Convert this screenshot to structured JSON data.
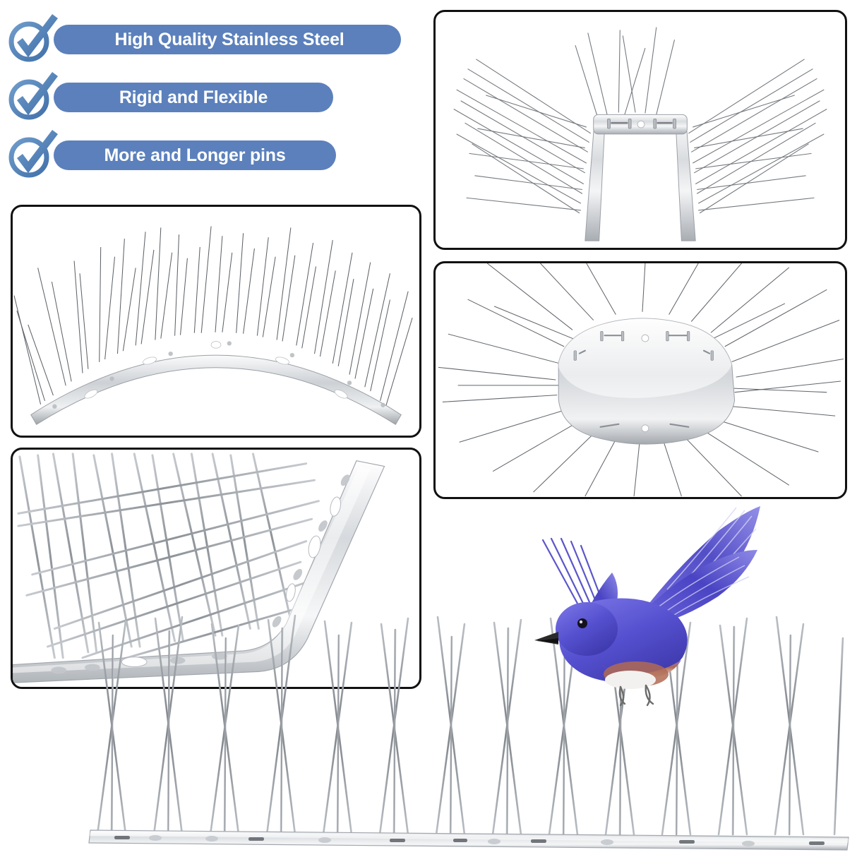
{
  "features": {
    "icon_name": "check-circle-icon",
    "badge_color": "#5b80bc",
    "icon_color": "#5a86bd",
    "items": [
      {
        "label": "High Quality Stainless Steel"
      },
      {
        "label": "Rigid and Flexible"
      },
      {
        "label": "More and Longer pins"
      }
    ]
  },
  "panels": [
    {
      "name": "arched-spike-strip",
      "caption": "Stainless steel bird spike strip bent into an upward arch, showing flexibility",
      "border_color": "#111111"
    },
    {
      "name": "u-shaped-spike-strip",
      "caption": "Bird spike strip bent into a U / bracket shape with spikes radiating outward",
      "border_color": "#111111"
    },
    {
      "name": "ring-spike-strip",
      "caption": "Bird spike strip joined into a circular ring with spikes radiating outward",
      "border_color": "#111111"
    },
    {
      "name": "closeup-base-corner",
      "caption": "Close-up of the stainless base rail with oval mounting holes and crossed pins",
      "border_color": "#111111"
    }
  ],
  "hero": {
    "name": "main-spike-strip",
    "caption": "Long stainless steel bird spike strip with crossing V pattern pins",
    "bird": {
      "name": "bluebird",
      "caption": "Blue bird in flight with wings raised above the spikes",
      "body_color": "#5550cf",
      "wing_color": "#4940c4",
      "breast_color": "#a65b4a",
      "belly_color": "#f2f0ef",
      "beak_color": "#2a2a2a"
    }
  },
  "colors": {
    "metal_light": "#f2f3f4",
    "metal_mid": "#c9ccd0",
    "metal_dark": "#8f949a",
    "pin": "#9aa0a6",
    "pin_dark": "#4a4d52",
    "background": "#ffffff"
  }
}
